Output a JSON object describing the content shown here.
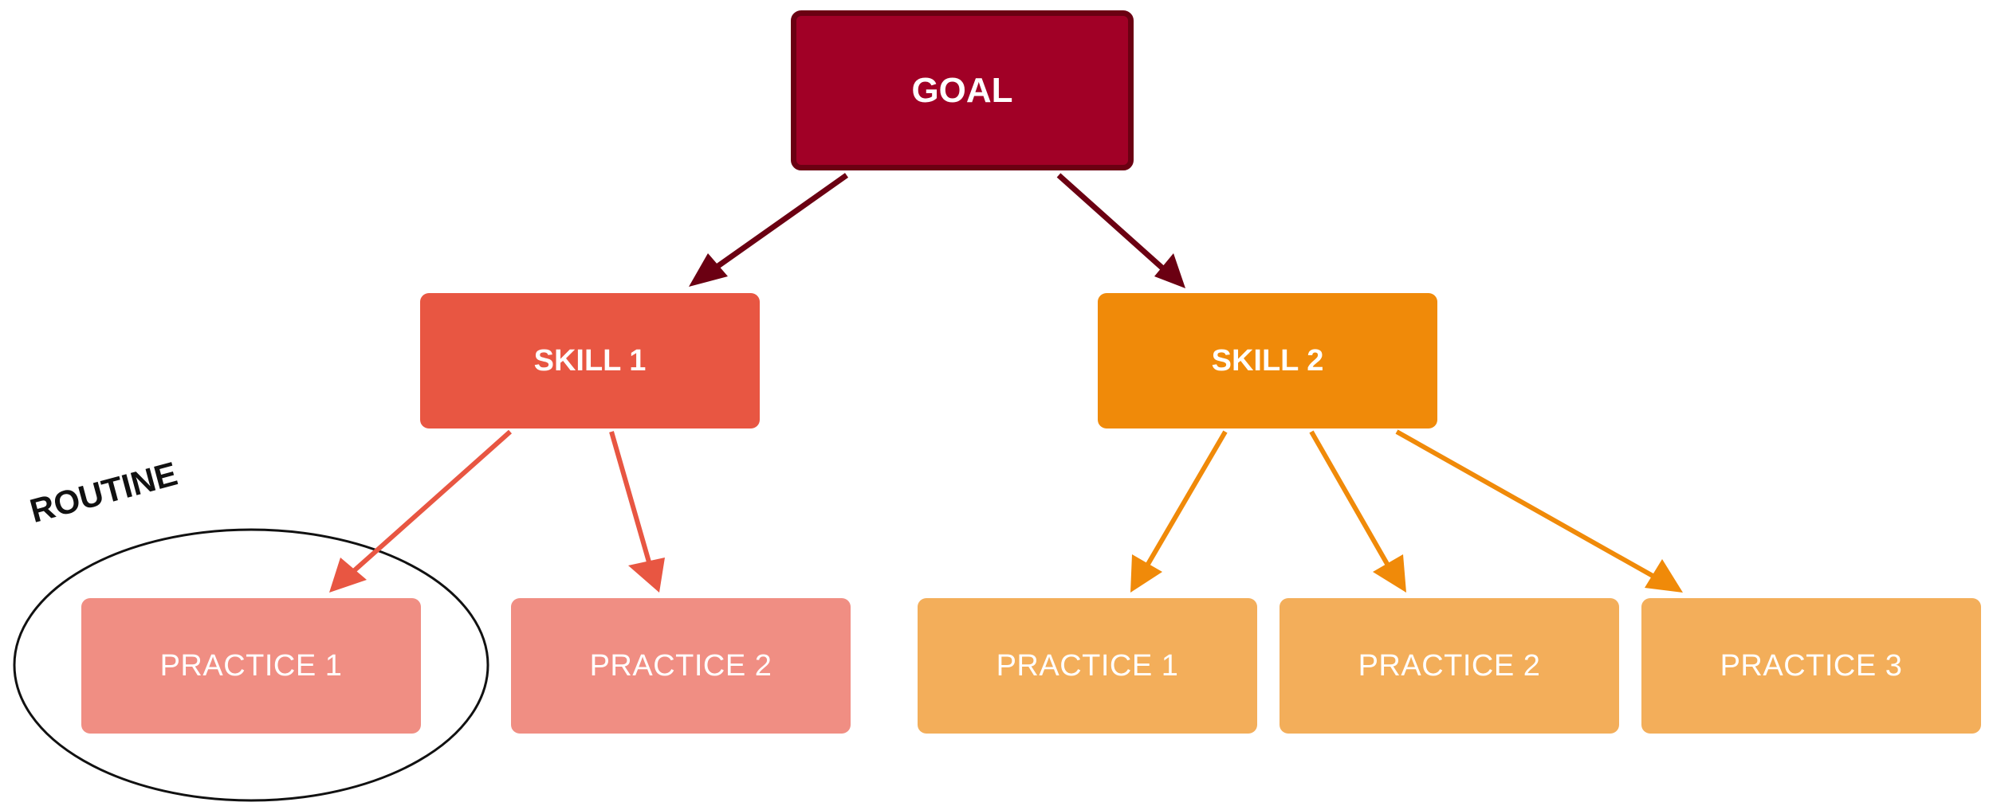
{
  "goal": {
    "label": "GOAL"
  },
  "skills": [
    {
      "label": "SKILL 1"
    },
    {
      "label": "SKILL 2"
    }
  ],
  "practices_skill1": [
    {
      "label": "PRACTICE 1"
    },
    {
      "label": "PRACTICE 2"
    }
  ],
  "practices_skill2": [
    {
      "label": "PRACTICE 1"
    },
    {
      "label": "PRACTICE 2"
    },
    {
      "label": "PRACTICE 3"
    }
  ],
  "routine": {
    "label": "ROUTINE"
  },
  "colors": {
    "goal_fill": "#a10026",
    "goal_border": "#6b0012",
    "goal_arrow": "#6b0012",
    "skill1_fill": "#e85642",
    "skill1_arrow": "#e85642",
    "skill2_fill": "#f08a09",
    "skill2_arrow": "#f08a09",
    "practice_skill1_fill": "#f08e83",
    "practice_skill2_fill": "#f3ae5a",
    "routine_outline": "#111111",
    "text_light": "#ffffff"
  }
}
